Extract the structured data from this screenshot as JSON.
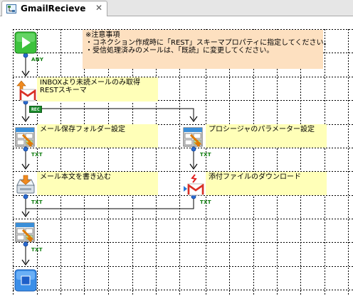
{
  "tab": {
    "title": "GmailRecieve",
    "close": "✕"
  },
  "notes": {
    "caution": "※注意事項\n・コネクション作成時に「REST」スキーマプロパティに指定してください。\n・受信処理済みのメールは、「既読」に変更してください。",
    "inbox": "INBOXより未読メールのみ取得\nRESTスキーマ",
    "mail_folder": "メール保存フォルダー設定",
    "procedure": "プロシージャのパラメーター設定",
    "write_body": "メール本文を書き込む",
    "download": "添付ファイルのダウンロード"
  },
  "labels": {
    "any": "ANY",
    "rec": "REC",
    "txt": "TXT"
  },
  "colors": {
    "note_orange": "#fde0c0",
    "note_yellow": "#ffffb8",
    "label_green": "#0a7a0a",
    "grid": "#000000"
  }
}
